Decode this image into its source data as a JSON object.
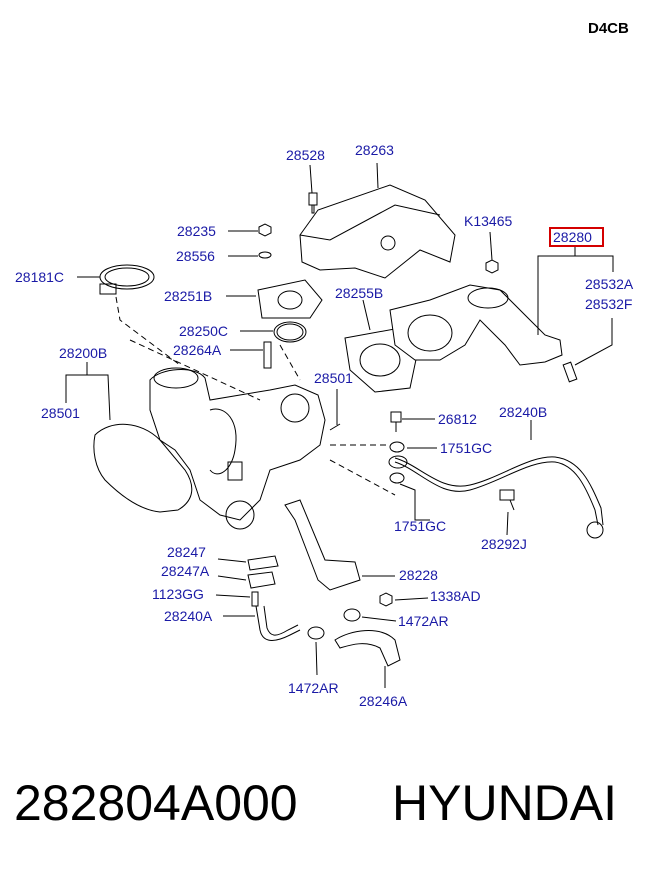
{
  "diagram": {
    "engine_code": "D4CB",
    "labels": {
      "l28528": "28528",
      "l28263": "28263",
      "l28235": "28235",
      "l28556": "28556",
      "lK13465": "K13465",
      "l28280": "28280",
      "l28181C": "28181C",
      "l28251B": "28251B",
      "l28255B": "28255B",
      "l28532A": "28532A",
      "l28532F": "28532F",
      "l28250C": "28250C",
      "l28264A": "28264A",
      "l28200B": "28200B",
      "l28501a": "28501",
      "l28501b": "28501",
      "l26812": "26812",
      "l28240B": "28240B",
      "l1751GCa": "1751GC",
      "l1751GCb": "1751GC",
      "l28292J": "28292J",
      "l28247": "28247",
      "l28247A": "28247A",
      "l28228": "28228",
      "l1123GG": "1123GG",
      "l1338AD": "1338AD",
      "l28240A": "28240A",
      "l1472ARa": "1472AR",
      "l1472ARb": "1472AR",
      "l28246A": "28246A"
    }
  },
  "footer": {
    "part_number": "282804A000",
    "brand": "HYUNDAI"
  },
  "colors": {
    "label": "#1a1aa6",
    "highlight_box": "#d40000",
    "line": "#000000"
  }
}
